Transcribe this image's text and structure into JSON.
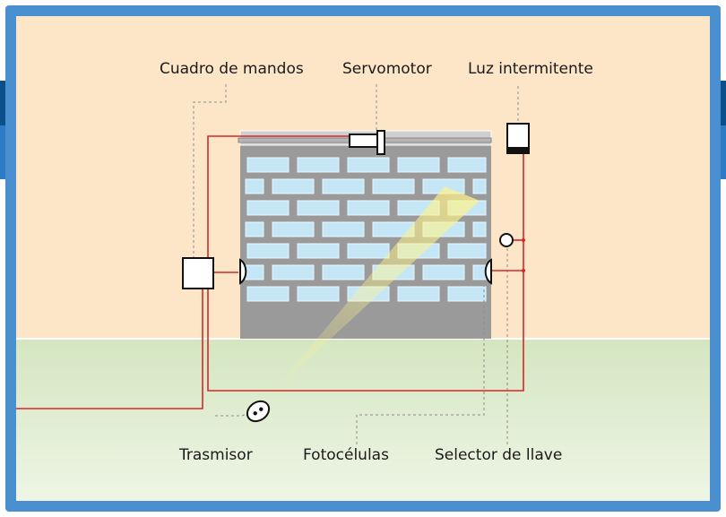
{
  "labels": {
    "control_panel": "Cuadro de mandos",
    "servomotor": "Servomotor",
    "flashing_light": "Luz intermitente",
    "transmitter": "Trasmisor",
    "photocells": "Fotocélulas",
    "key_selector": "Selector de llave"
  },
  "colors": {
    "frame": "#4a90d0",
    "side_tab": "#0b4f8a",
    "wall": "#fde6c8",
    "ground_top": "#d4e6c0",
    "ground_bottom": "#eaf3e0",
    "wire": "#d62828",
    "brick": "#c5e6f6",
    "mortar": "#9a9a9a",
    "beam": "#fff38a"
  }
}
